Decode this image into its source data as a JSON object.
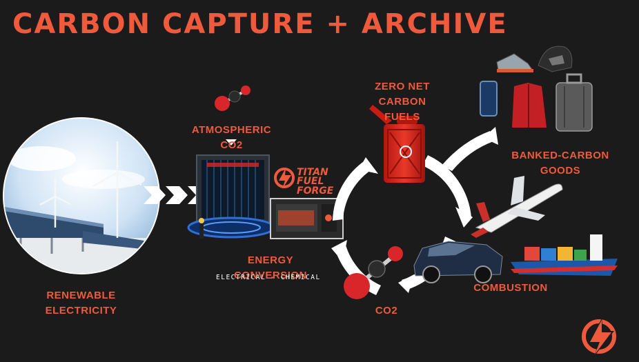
{
  "title": "CARBON CAPTURE + ARCHIVE",
  "labels": {
    "atmospheric": "ATMOSPHERIC CO2",
    "zero_net_line1": "ZERO NET CARBON",
    "zero_net_line2": "FUELS",
    "banked": "BANKED-CARBON GOODS",
    "energy_conversion": "ENERGY CONVERSION",
    "electrical": "ELECTRICAL",
    "chemical": "CHEMICAL",
    "arrow_glyph": "▸",
    "renewable_line1": "RENEWABLE",
    "renewable_line2": "ELECTRICITY",
    "combustion": "COMBUSTION",
    "co2": "CO2"
  },
  "brand": {
    "line1": "TITAN",
    "line2": "FUEL",
    "line3": "FORGE"
  },
  "colors": {
    "accent": "#ef5a3c",
    "background": "#1b1b1b",
    "cycle": "#ffffff"
  }
}
